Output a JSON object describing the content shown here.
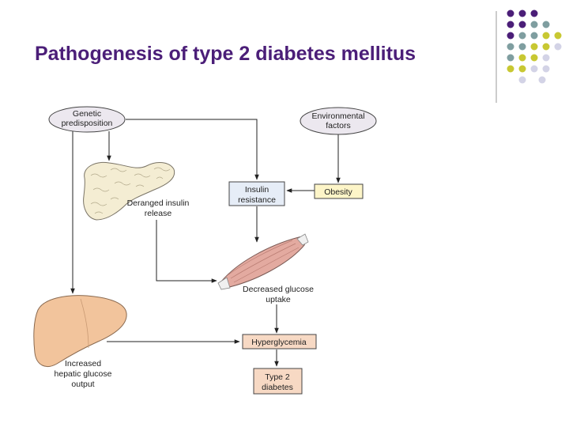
{
  "slide": {
    "title": "Pathogenesis of type 2 diabetes mellitus"
  },
  "diagram": {
    "genetic": [
      "Genetic",
      "predisposition"
    ],
    "environmental": [
      "Environmental",
      "factors"
    ],
    "obesity": "Obesity",
    "insulin_resistance": [
      "Insulin",
      "resistance"
    ],
    "deranged": [
      "Deranged insulin",
      "release"
    ],
    "decreased_uptake": [
      "Decreased glucose",
      "uptake"
    ],
    "hyperglycemia": "Hyperglycemia",
    "hepatic": [
      "Increased",
      "hepatic glucose",
      "output"
    ],
    "outcome": [
      "Type 2",
      "diabetes"
    ]
  },
  "colors": {
    "title": "#4b1e78",
    "dot_purple": "#4b1e78",
    "dot_teal": "#7f9ea0",
    "dot_olive": "#c8c832",
    "dot_lavender": "#d3d3e6",
    "ellipse_fill": "#ece8ef",
    "insulin_box_fill": "#e6edf7",
    "obesity_box_fill": "#fdf5c8",
    "outcome_box_fill": "#f7d9c4",
    "pancreas": "#f4edd3",
    "liver": "#f2c49c",
    "muscle": "#e3aaa0"
  },
  "icons": {
    "pancreas": "pancreas-illustration",
    "liver": "liver-illustration",
    "muscle": "muscle-illustration"
  }
}
